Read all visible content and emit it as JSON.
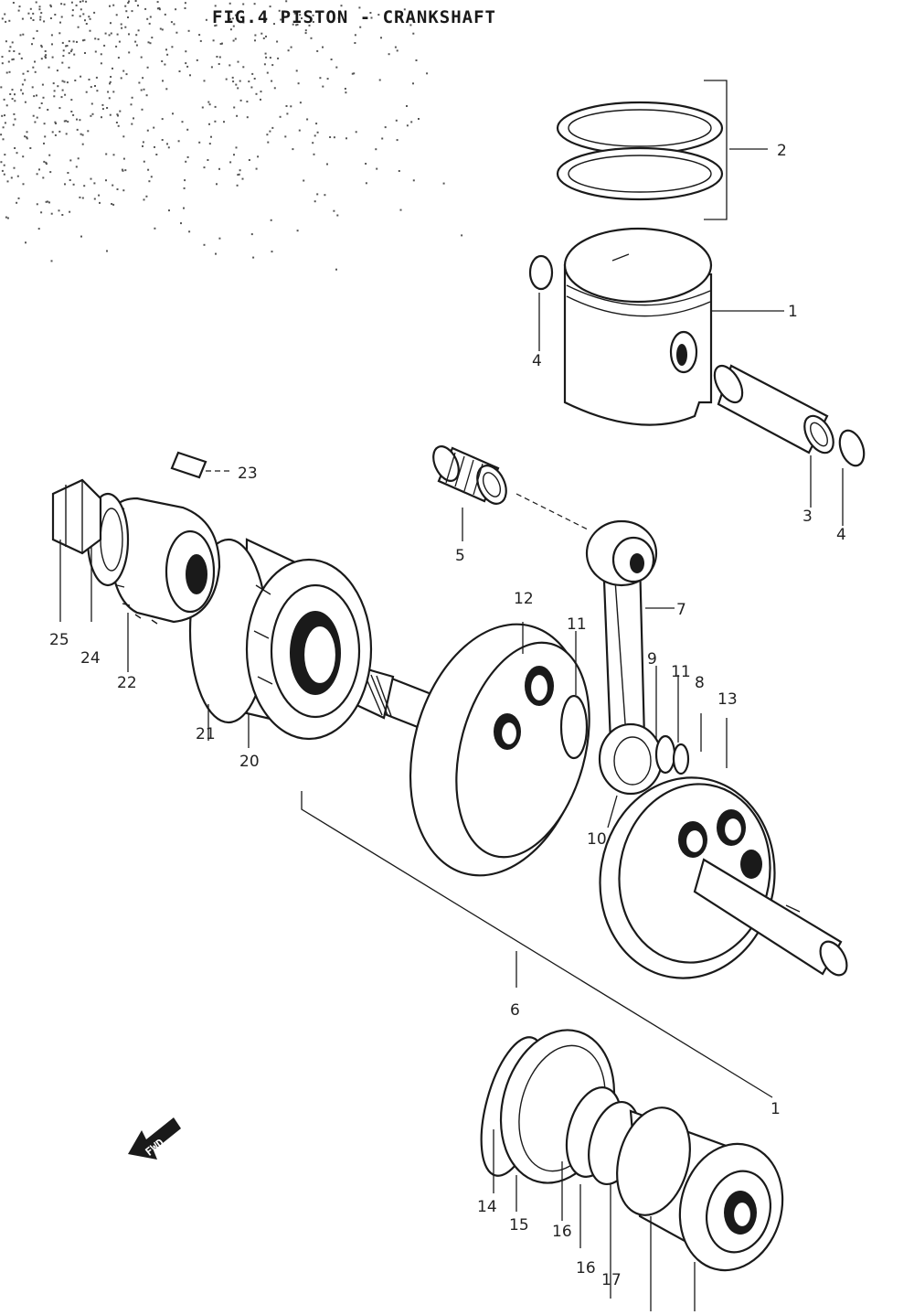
{
  "figure": {
    "title": "FIG.4  PISTON - CRANKSHAFT",
    "fwd_label": "FWD"
  },
  "callouts": [
    {
      "id": "c-2",
      "text": "2"
    },
    {
      "id": "c-1a",
      "text": "1"
    },
    {
      "id": "c-4a",
      "text": "4"
    },
    {
      "id": "c-3",
      "text": "3"
    },
    {
      "id": "c-4b",
      "text": "4"
    },
    {
      "id": "c-23",
      "text": "23"
    },
    {
      "id": "c-5",
      "text": "5"
    },
    {
      "id": "c-7",
      "text": "7"
    },
    {
      "id": "c-12",
      "text": "12"
    },
    {
      "id": "c-11a",
      "text": "11"
    },
    {
      "id": "c-9",
      "text": "9"
    },
    {
      "id": "c-11b",
      "text": "11"
    },
    {
      "id": "c-8",
      "text": "8"
    },
    {
      "id": "c-13",
      "text": "13"
    },
    {
      "id": "c-10",
      "text": "10"
    },
    {
      "id": "c-25",
      "text": "25"
    },
    {
      "id": "c-24",
      "text": "24"
    },
    {
      "id": "c-22",
      "text": "22"
    },
    {
      "id": "c-21",
      "text": "21"
    },
    {
      "id": "c-20",
      "text": "20"
    },
    {
      "id": "c-6",
      "text": "6"
    },
    {
      "id": "c-1b",
      "text": "1"
    },
    {
      "id": "c-14",
      "text": "14"
    },
    {
      "id": "c-15",
      "text": "15"
    },
    {
      "id": "c-16a",
      "text": "16"
    },
    {
      "id": "c-16b",
      "text": "16"
    },
    {
      "id": "c-17",
      "text": "17"
    }
  ],
  "icons": [
    "fwd-arrow-icon"
  ],
  "colors": {
    "ink": "#1a1a1a",
    "paper": "#ffffff"
  }
}
